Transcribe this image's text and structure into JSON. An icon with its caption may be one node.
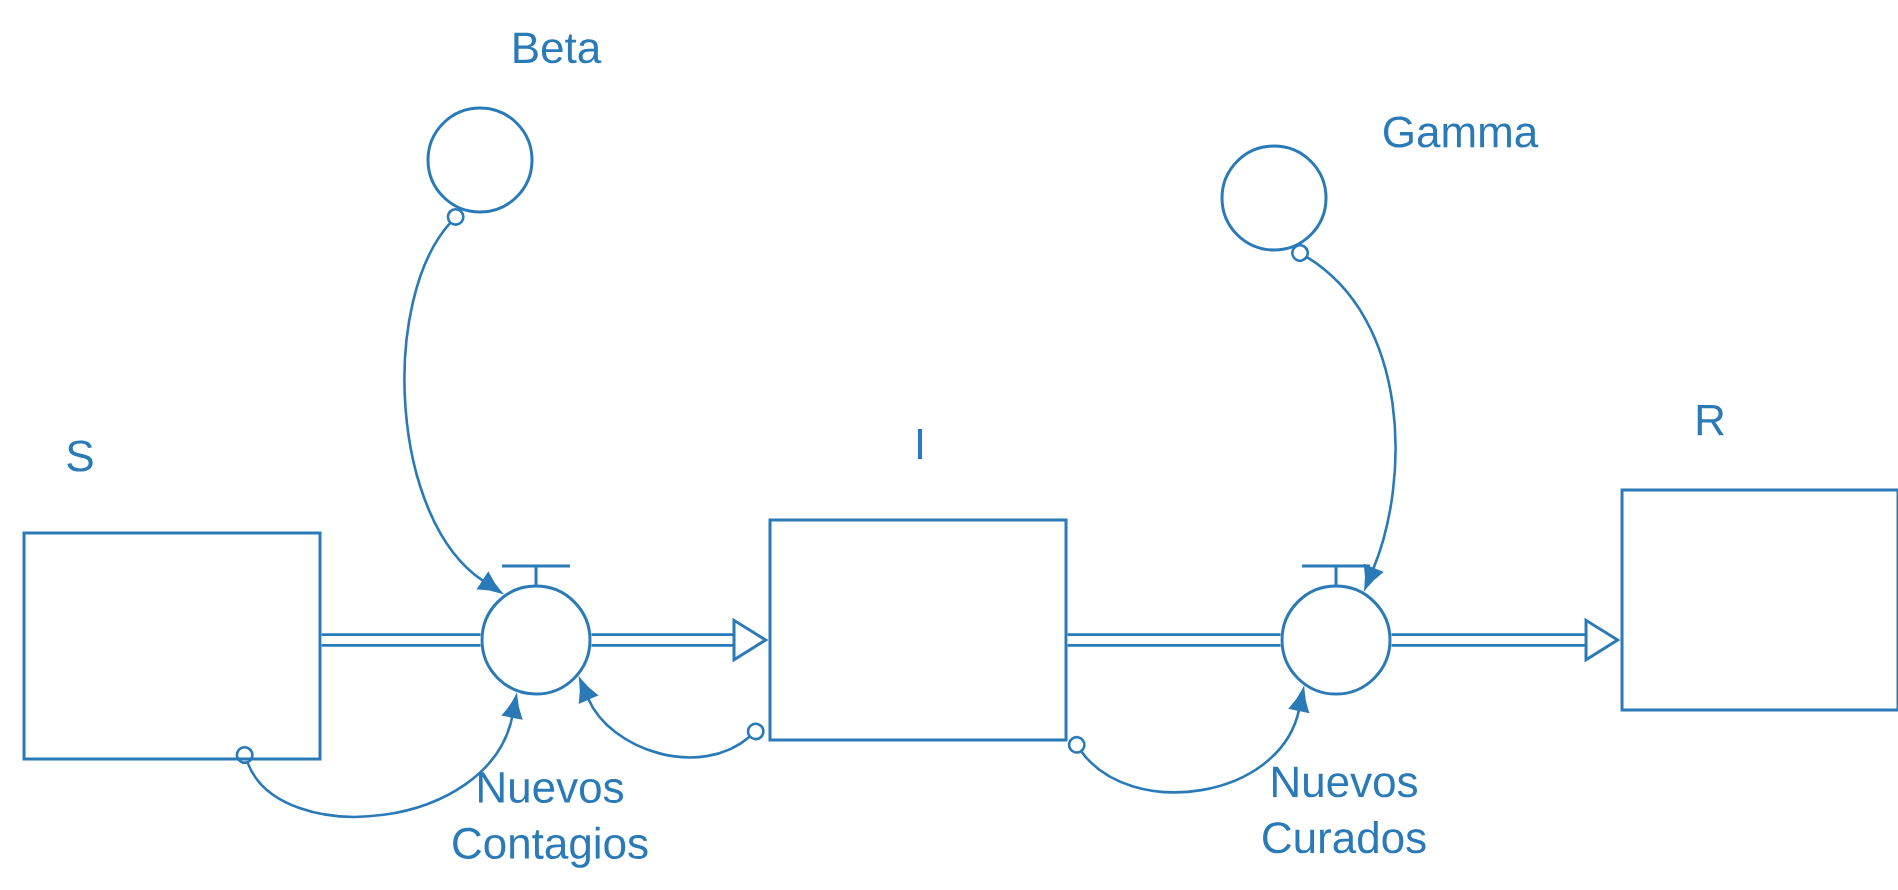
{
  "diagram": {
    "nodes": [
      {
        "text": [
          "Beta"
        ]
      },
      {
        "text": [
          "Gamma"
        ]
      },
      {
        "text": [
          "S"
        ]
      },
      {
        "text": [
          "Nuevos Contagios"
        ]
      },
      {
        "text": [
          "I"
        ]
      },
      {
        "text": [
          "Nuevos Curados"
        ]
      },
      {
        "text": [
          "R"
        ]
      }
    ],
    "edges": [
      {
        "from": 2,
        "to": 3,
        "arrow": "none",
        "style": "thick"
      },
      {
        "from": 3,
        "to": 4,
        "arrow": "to",
        "style": "thick"
      },
      {
        "from": 4,
        "to": 5,
        "arrow": "none",
        "style": "thick"
      },
      {
        "from": 5,
        "to": 6,
        "arrow": "to",
        "style": "thick"
      },
      {
        "from": 0,
        "to": 3,
        "arrow": "to"
      },
      {
        "from": 2,
        "to": 3,
        "arrow": "to"
      },
      {
        "from": 4,
        "to": 3,
        "arrow": "to"
      },
      {
        "from": 1,
        "to": 5,
        "arrow": "to"
      },
      {
        "from": 4,
        "to": 5,
        "arrow": "to"
      }
    ]
  }
}
